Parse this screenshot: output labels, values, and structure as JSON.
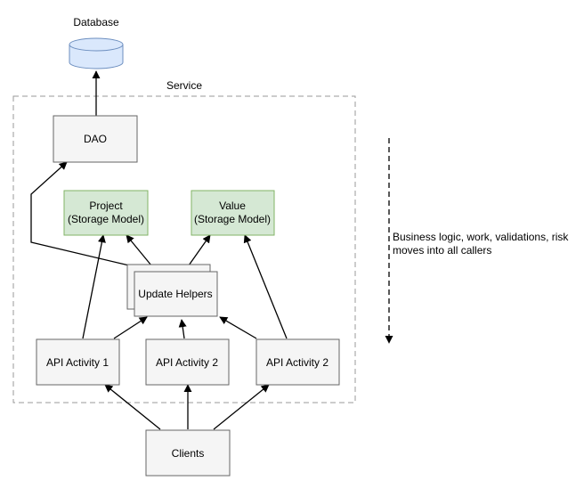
{
  "database": {
    "label": "Database",
    "fill": "#dae8fc",
    "stroke": "#6c8ebf"
  },
  "service": {
    "label": "Service"
  },
  "nodes": {
    "dao": "DAO",
    "project": [
      "Project",
      "(Storage Model)"
    ],
    "value": [
      "Value",
      "(Storage Model)"
    ],
    "update_helpers": "Update Helpers",
    "api_activity_1": "API Activity 1",
    "api_activity_2a": "API Activity 2",
    "api_activity_2b": "API Activity 2",
    "clients": "Clients"
  },
  "annotation": {
    "lines": [
      "Business logic, work, validations, risk",
      "moves into all callers"
    ]
  },
  "colors": {
    "box_fill": "#f5f5f5",
    "box_stroke": "#666666",
    "storage_fill": "#d5e8d4",
    "storage_stroke": "#82b366",
    "container_stroke": "#999999"
  }
}
